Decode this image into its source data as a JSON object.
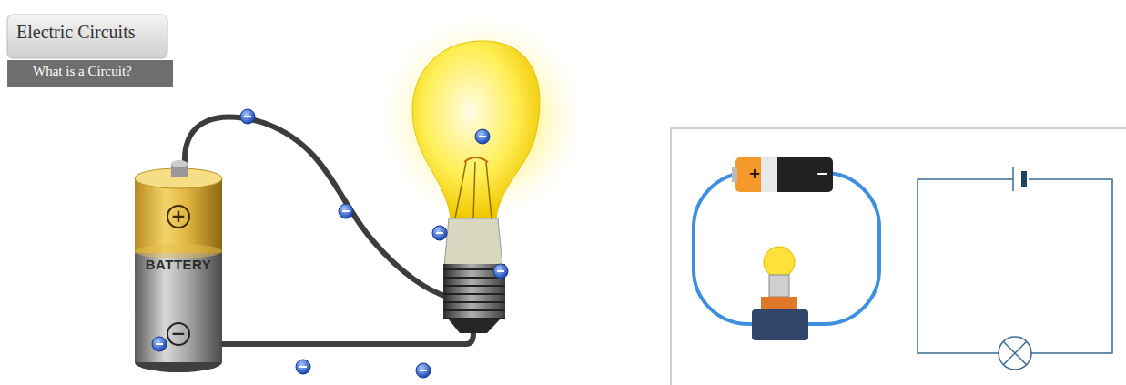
{
  "diagram": {
    "title": "Electric Circuits",
    "labels": [
      "What is a Circuit?",
      "+",
      "−",
      "BATTERY",
      "+",
      "−"
    ]
  }
}
